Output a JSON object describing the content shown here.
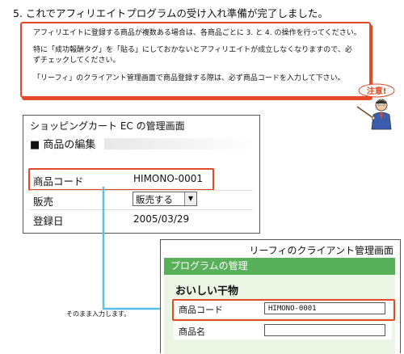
{
  "heading": "5. これでアフィリエイトプログラムの受け入れ準備が完了しました。",
  "notice": {
    "line1": "アフィリエイトに登録する商品が複数ある場合は、各商品ごとに 3. と 4. の操作を行ってください。",
    "line2": "特に「成功報酬タグ」を「貼る」にしておかないとアフィリエイトが成立しなくなりますので、必",
    "line3": "ずチェックしてください。",
    "line4": "「リーフィ」のクライアント管理画面で商品登録する際は、必ず商品コードを入力して下さい。"
  },
  "caution_label": "注意!",
  "cart_panel": {
    "title": "ショッピングカート EC の管理画面",
    "section": "■ 商品の編集",
    "code_label": "商品コード",
    "code_value": "HIMONO-0001",
    "sale_label": "販売",
    "sale_value": "販売する",
    "date_label": "登録日",
    "date_value": "2005/03/29"
  },
  "client_panel": {
    "title": "リーフィのクライアント管理画面",
    "header": "プログラムの管理",
    "item_name": "おいしい干物",
    "code_label": "商品コード",
    "code_value": "HIMONO-0001",
    "name_label": "商品名",
    "name_value": ""
  },
  "arrow_caption": "そのまま入力します。",
  "colors": {
    "highlight": "#e24a2a",
    "arrow": "#5bbfe8",
    "client_header": "#58b05a",
    "client_body": "#eaf5e4"
  }
}
